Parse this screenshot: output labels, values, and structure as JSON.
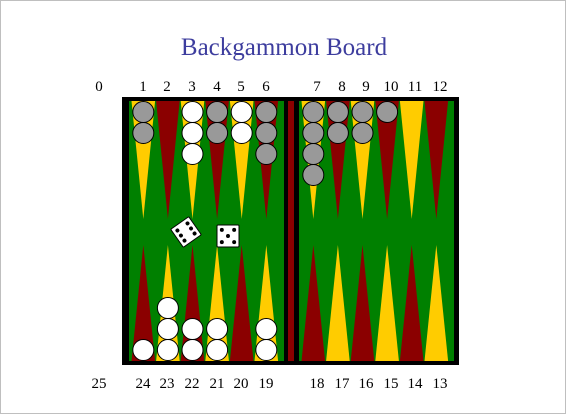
{
  "title": "Backgammon Board",
  "top_numbers": [
    "0",
    "1",
    "2",
    "3",
    "4",
    "5",
    "6",
    "7",
    "8",
    "9",
    "10",
    "11",
    "12"
  ],
  "bottom_numbers": [
    "25",
    "24",
    "23",
    "22",
    "21",
    "20",
    "19",
    "18",
    "17",
    "16",
    "15",
    "14",
    "13"
  ],
  "colors": {
    "board_green": "#008000",
    "frame": "#000000",
    "bar_red": "#8b0000",
    "point_red": "#8b0000",
    "point_yellow": "#ffcc00",
    "checker_white": "#ffffff",
    "checker_gray": "#999999",
    "title_blue": "#3d3d9e"
  },
  "top_checkers": [
    {
      "point": 1,
      "color": "gray",
      "count": 2
    },
    {
      "point": 3,
      "color": "white",
      "count": 3
    },
    {
      "point": 4,
      "color": "gray",
      "count": 2
    },
    {
      "point": 5,
      "color": "white",
      "count": 2
    },
    {
      "point": 6,
      "color": "gray",
      "count": 3
    },
    {
      "point": 7,
      "color": "gray",
      "count": 4
    },
    {
      "point": 8,
      "color": "gray",
      "count": 2
    },
    {
      "point": 9,
      "color": "gray",
      "count": 2
    },
    {
      "point": 10,
      "color": "gray",
      "count": 1
    }
  ],
  "bottom_checkers": [
    {
      "point": 24,
      "color": "white",
      "count": 1
    },
    {
      "point": 23,
      "color": "white",
      "count": 3
    },
    {
      "point": 22,
      "color": "white",
      "count": 2
    },
    {
      "point": 21,
      "color": "white",
      "count": 2
    },
    {
      "point": 19,
      "color": "white",
      "count": 2
    }
  ],
  "dice": [
    {
      "name": "die-six",
      "value": 6,
      "tilted": true
    },
    {
      "name": "die-five",
      "value": 5,
      "tilted": false
    }
  ]
}
